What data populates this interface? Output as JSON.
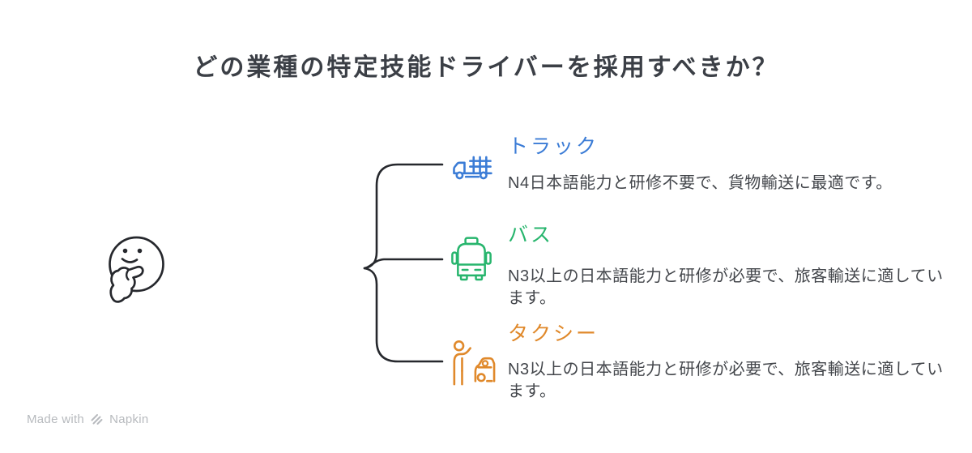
{
  "title": "どの業種の特定技能ドライバーを採用すべきか？",
  "root_node": {
    "icon": "thinking-face-icon"
  },
  "branches": [
    {
      "id": "truck",
      "label": "トラック",
      "icon": "truck-icon",
      "color": "#3b7cd6",
      "description": "N4日本語能力と研修不要で、貨物輸送に最適です。"
    },
    {
      "id": "bus",
      "label": "バス",
      "icon": "bus-icon",
      "color": "#27b56d",
      "description": "N3以上の日本語能力と研修が必要で、旅客輸送に適してい\nます。"
    },
    {
      "id": "taxi",
      "label": "タクシー",
      "icon": "taxi-icon",
      "color": "#e0892b",
      "description": "N3以上の日本語能力と研修が必要で、旅客輸送に適してい\nます。"
    }
  ],
  "footer": {
    "made_with": "Made with",
    "brand": "Napkin"
  },
  "colors": {
    "truck": "#3b7cd6",
    "bus": "#27b56d",
    "taxi": "#e0892b",
    "line": "#26282d",
    "title": "#3b3f46",
    "desc": "#43464b",
    "watermark": "#b7babe"
  }
}
